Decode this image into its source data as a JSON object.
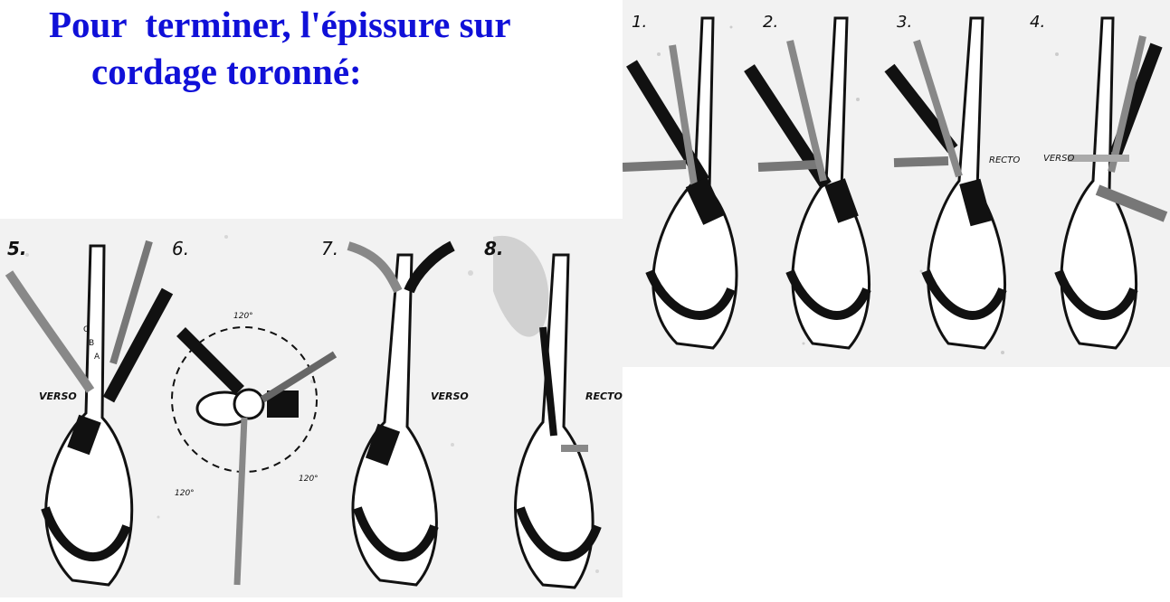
{
  "title": {
    "line1": "Pour  terminer, l'épissure sur",
    "line2": "cordage toronné:"
  },
  "figures_top": [
    {
      "number": "1.",
      "label": ""
    },
    {
      "number": "2.",
      "label": ""
    },
    {
      "number": "3.",
      "label": "RECTO"
    },
    {
      "number": "4.",
      "label": "VERSO"
    }
  ],
  "figures_bottom": [
    {
      "number": "5.",
      "label": "VERSO"
    },
    {
      "number": "6.",
      "label": ""
    },
    {
      "number": "7.",
      "label": "VERSO"
    },
    {
      "number": "8.",
      "label": "RECTO"
    }
  ],
  "strand_letters": [
    "A",
    "B",
    "C"
  ],
  "angle_labels": [
    "120°",
    "120°",
    "120°"
  ],
  "colors": {
    "title": "#1010d8",
    "ink": "#111111",
    "paper": "#f2f2f2"
  }
}
